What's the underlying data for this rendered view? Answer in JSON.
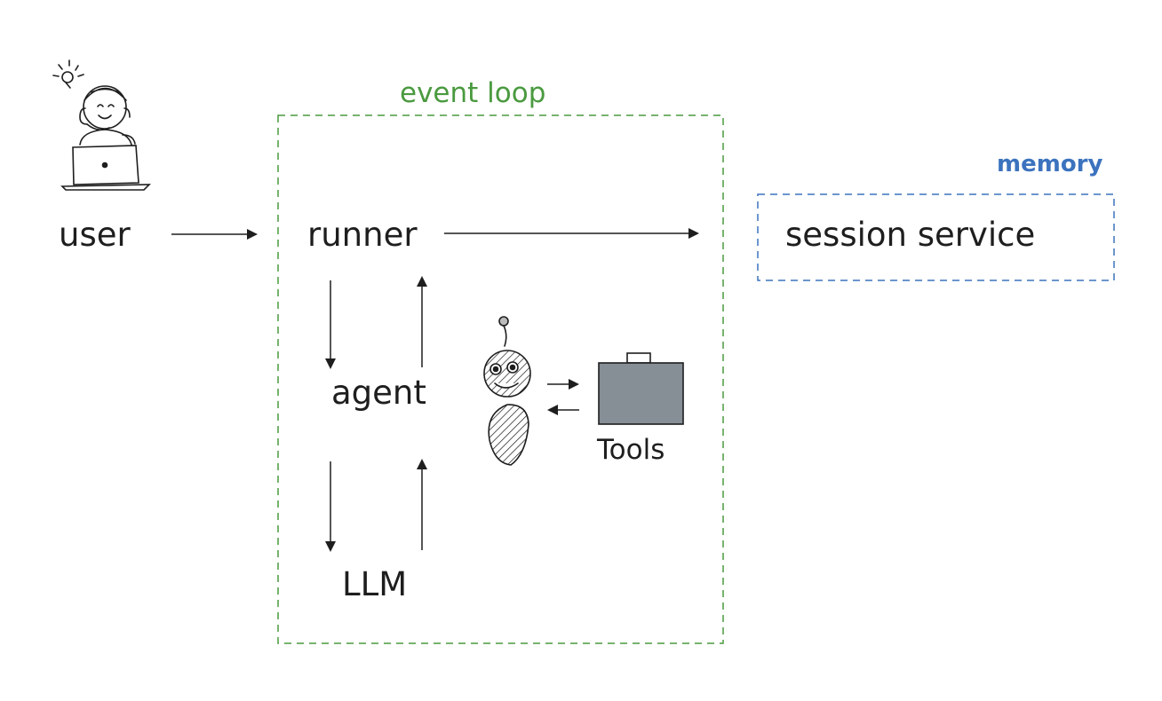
{
  "labels": {
    "event_loop": "event loop",
    "memory": "memory",
    "user": "user",
    "runner": "runner",
    "session_service": "session service",
    "agent": "agent",
    "tools": "Tools",
    "llm": "LLM"
  },
  "colors": {
    "stroke": "#1e1e1e",
    "event_loop_border": "#4a9a3f",
    "memory_border": "#3c73be",
    "toolbox_fill": "#868e96"
  },
  "icons": [
    "user-at-laptop-icon",
    "robot-agent-icon",
    "toolbox-icon"
  ]
}
